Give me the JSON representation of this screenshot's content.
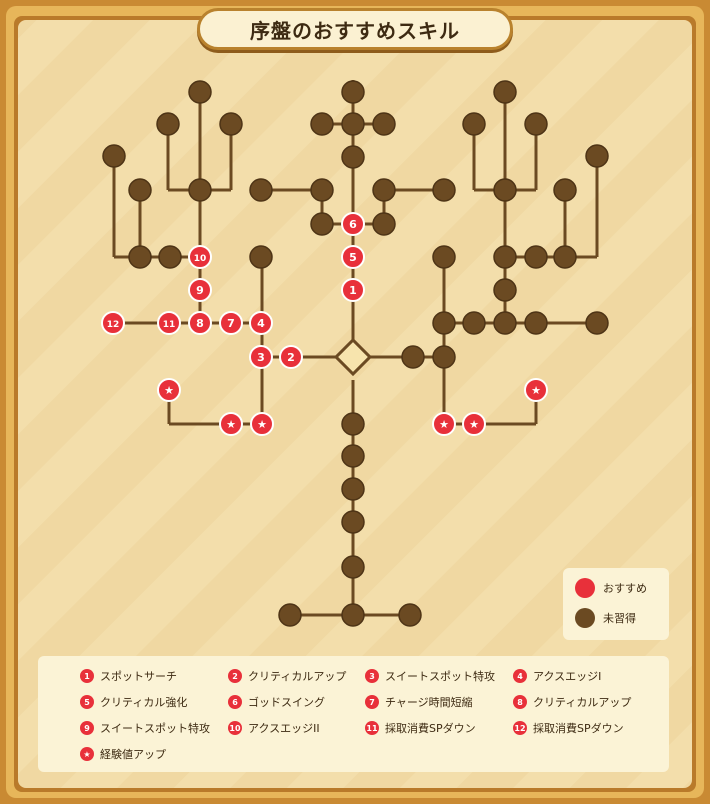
{
  "title": "序盤のおすすめスキル",
  "colors": {
    "recommended": "#e8303a",
    "unlearned": "#6b4a22",
    "line": "#6b4a22",
    "bg": "#f6e7b5"
  },
  "legend": {
    "recommended": "おすすめ",
    "unlearned": "未習得"
  },
  "skills": [
    {
      "badge": "1",
      "name": "スポットサーチ"
    },
    {
      "badge": "2",
      "name": "クリティカルアップ"
    },
    {
      "badge": "3",
      "name": "スイートスポット特攻"
    },
    {
      "badge": "4",
      "name": "アクスエッジI"
    },
    {
      "badge": "5",
      "name": "クリティカル強化"
    },
    {
      "badge": "6",
      "name": "ゴッドスイング"
    },
    {
      "badge": "7",
      "name": "チャージ時間短縮"
    },
    {
      "badge": "8",
      "name": "クリティカルアップ"
    },
    {
      "badge": "9",
      "name": "スイートスポット特攻"
    },
    {
      "badge": "10",
      "name": "アクスエッジII"
    },
    {
      "badge": "11",
      "name": "採取消費SPダウン"
    },
    {
      "badge": "12",
      "name": "採取消費SPダウン"
    },
    {
      "badge": "★",
      "name": "経験値アップ"
    }
  ],
  "tree": {
    "node_labels": [
      "1",
      "2",
      "3",
      "4",
      "5",
      "6",
      "7",
      "8",
      "9",
      "10",
      "11",
      "12",
      "★",
      "★",
      "★",
      "★",
      "★",
      "★"
    ]
  }
}
